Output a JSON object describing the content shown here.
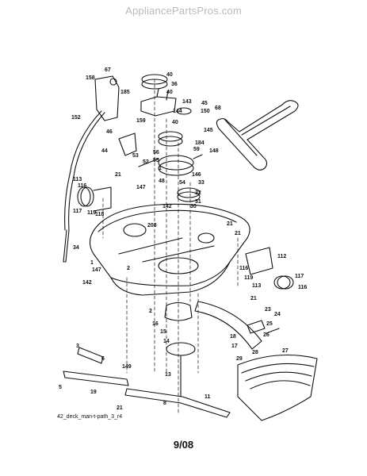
{
  "watermark": "AppliancePartsPros.com",
  "caption": "42_deck_man-t-path_3_r4",
  "page_label": "9/08",
  "callouts": [
    "67",
    "158",
    "185",
    "40",
    "36",
    "40",
    "143",
    "45",
    "68",
    "144",
    "150",
    "152",
    "159",
    "40",
    "145",
    "46",
    "184",
    "59",
    "148",
    "44",
    "56",
    "55",
    "53",
    "52",
    "146",
    "1",
    "54",
    "33",
    "21",
    "113",
    "147",
    "48",
    "116",
    "32",
    "31",
    "117",
    "119",
    "118",
    "142",
    "208",
    "30",
    "21",
    "21",
    "34",
    "112",
    "116",
    "1",
    "147",
    "2",
    "119",
    "113",
    "117",
    "116",
    "142",
    "21",
    "2",
    "23",
    "24",
    "16",
    "25",
    "15",
    "18",
    "26",
    "14",
    "17",
    "3",
    "28",
    "27",
    "29",
    "6",
    "149",
    "13",
    "5",
    "19",
    "21",
    "11",
    "8"
  ]
}
